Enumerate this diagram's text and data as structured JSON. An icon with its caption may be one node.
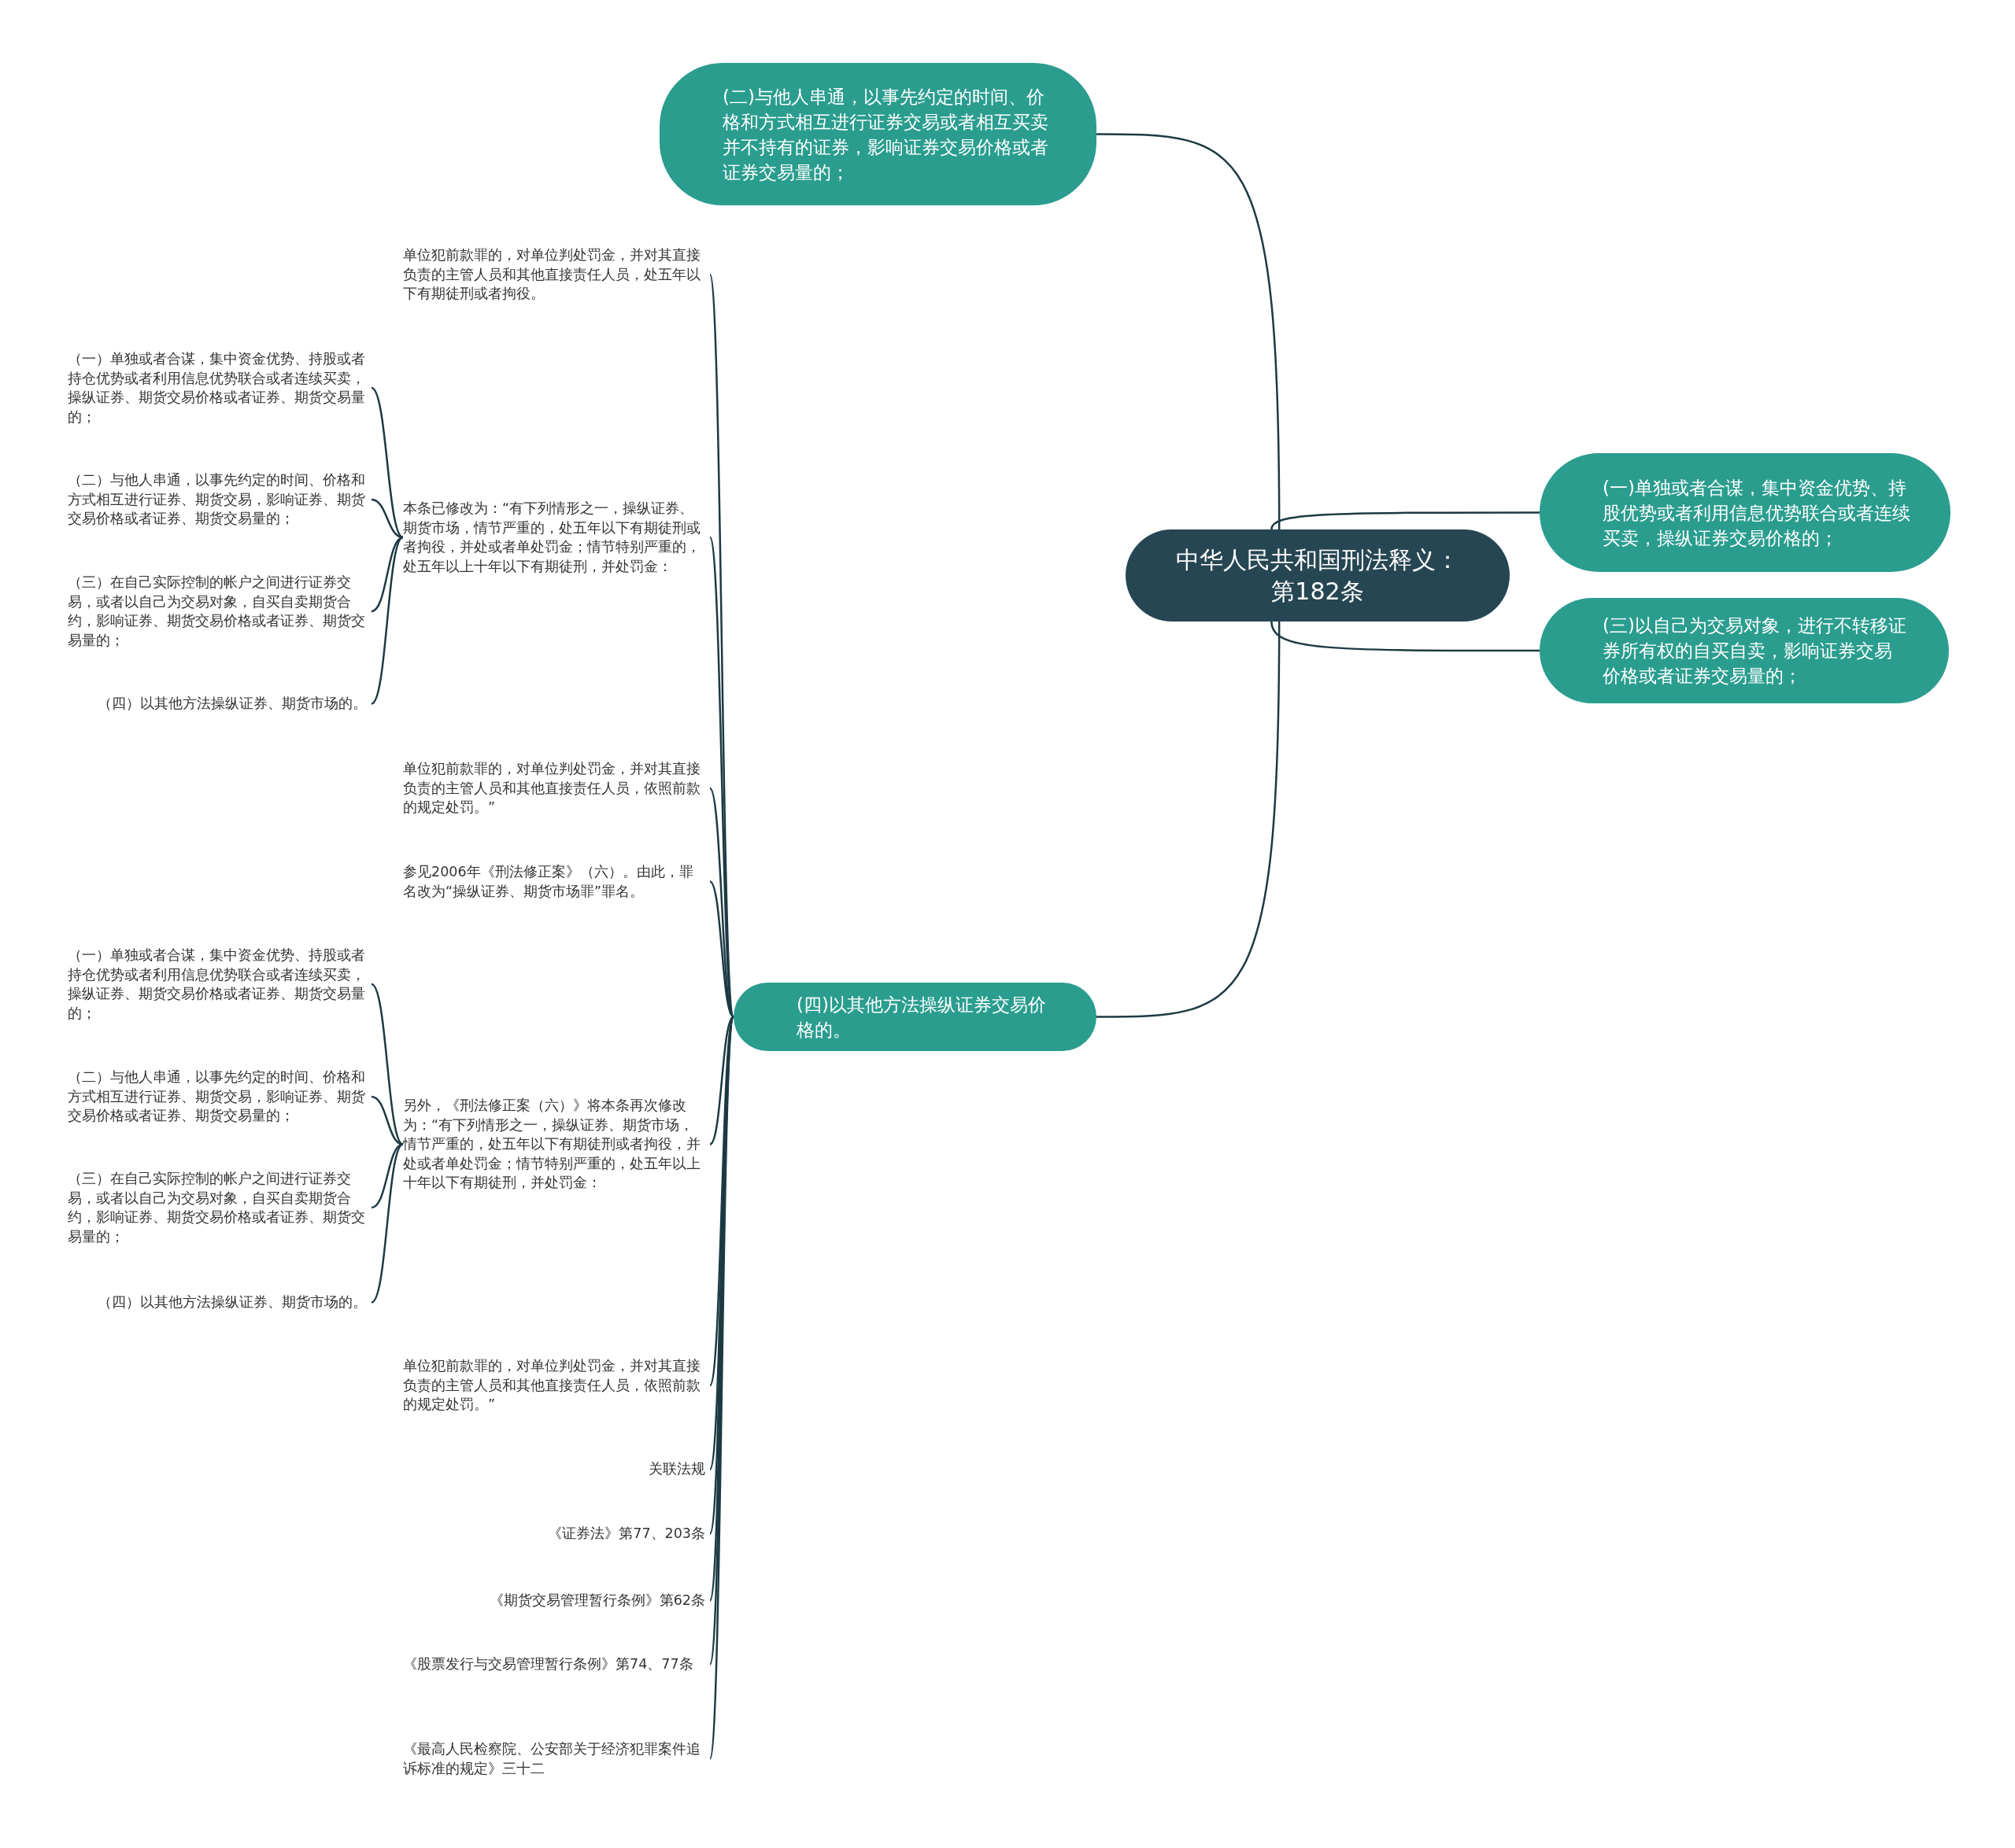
{
  "diagram": {
    "nodes": [
      {
        "text": [
          "中华人民共和国刑法释义：第182条"
        ]
      },
      {
        "text": [
          "(二)与他人串通，以事先约定的时间、价格和方式相互进行证券交易或者相互买卖并不持有的证券，影响证券交易价格或者证券交易量的；"
        ]
      },
      {
        "text": [
          "(一)单独或者合谋，集中资金优势、持股优势或者利用信息优势联合或者连续买卖，操纵证券交易价格的；"
        ]
      },
      {
        "text": [
          "(三)以自己为交易对象，进行不转移证券所有权的自买自卖，影响证券交易价格或者证券交易量的；"
        ]
      },
      {
        "text": [
          "(四)以其他方法操纵证券交易价格的。"
        ]
      },
      {
        "text": [
          "单位犯前款罪的，对单位判处罚金，并对其直接负责的主管人员和其他直接责任人员，处五年以下有期徒刑或者拘役。"
        ]
      },
      {
        "text": [
          "本条已修改为：“有下列情形之一，操纵证券、期货市场，情节严重的，处五年以下有期徒刑或者拘役，并处或者单处罚金；情节特别严重的，处五年以上十年以下有期徒刑，并处罚金："
        ]
      },
      {
        "text": [
          "（一）单独或者合谋，集中资金优势、持股或者持仓优势或者利用信息优势联合或者连续买卖，操纵证券、期货交易价格或者证券、期货交易量的；"
        ]
      },
      {
        "text": [
          "（二）与他人串通，以事先约定的时间、价格和方式相互进行证券、期货交易，影响证券、期货交易价格或者证券、期货交易量的；"
        ]
      },
      {
        "text": [
          "（三）在自己实际控制的帐户之间进行证券交易，或者以自己为交易对象，自买自卖期货合约，影响证券、期货交易价格或者证券、期货交易量的；"
        ]
      },
      {
        "text": [
          "（四）以其他方法操纵证券、期货市场的。"
        ]
      },
      {
        "text": [
          "单位犯前款罪的，对单位判处罚金，并对其直接负责的主管人员和其他直接责任人员，依照前款的规定处罚。”"
        ]
      },
      {
        "text": [
          "参见2006年《刑法修正案》（六）。由此，罪名改为“操纵证券、期货市场罪”罪名。"
        ]
      },
      {
        "text": [
          "另外，《刑法修正案（六）》将本条再次修改为：“有下列情形之一，操纵证券、期货市场，情节严重的，处五年以下有期徒刑或者拘役，并处或者单处罚金；情节特别严重的，处五年以上十年以下有期徒刑，并处罚金："
        ]
      },
      {
        "text": [
          "（一）单独或者合谋，集中资金优势、持股或者持仓优势或者利用信息优势联合或者连续买卖，操纵证券、期货交易价格或者证券、期货交易量的；"
        ]
      },
      {
        "text": [
          "（二）与他人串通，以事先约定的时间、价格和方式相互进行证券、期货交易，影响证券、期货交易价格或者证券、期货交易量的；"
        ]
      },
      {
        "text": [
          "（三）在自己实际控制的帐户之间进行证券交易，或者以自己为交易对象，自买自卖期货合约，影响证券、期货交易价格或者证券、期货交易量的；"
        ]
      },
      {
        "text": [
          "（四）以其他方法操纵证券、期货市场的。"
        ]
      },
      {
        "text": [
          "单位犯前款罪的，对单位判处罚金，并对其直接负责的主管人员和其他直接责任人员，依照前款的规定处罚。”"
        ]
      },
      {
        "text": [
          "关联法规"
        ]
      },
      {
        "text": [
          "《证券法》第77、203条"
        ]
      },
      {
        "text": [
          "《期货交易管理暂行条例》第62条"
        ]
      },
      {
        "text": [
          "《股票发行与交易管理暂行条例》第74、77条"
        ]
      },
      {
        "text": [
          "《最高人民检察院、公安部关于经济犯罪案件追诉标准的规定》三十二"
        ]
      }
    ],
    "edges": [
      {
        "from": 0,
        "to": 1,
        "arrow": "none"
      },
      {
        "from": 0,
        "to": 2,
        "arrow": "none"
      },
      {
        "from": 0,
        "to": 3,
        "arrow": "none"
      },
      {
        "from": 0,
        "to": 4,
        "arrow": "none"
      },
      {
        "from": 4,
        "to": 5,
        "arrow": "none"
      },
      {
        "from": 4,
        "to": 6,
        "arrow": "none"
      },
      {
        "from": 6,
        "to": 7,
        "arrow": "none"
      },
      {
        "from": 6,
        "to": 8,
        "arrow": "none"
      },
      {
        "from": 6,
        "to": 9,
        "arrow": "none"
      },
      {
        "from": 6,
        "to": 10,
        "arrow": "none"
      },
      {
        "from": 4,
        "to": 11,
        "arrow": "none"
      },
      {
        "from": 4,
        "to": 12,
        "arrow": "none"
      },
      {
        "from": 4,
        "to": 13,
        "arrow": "none"
      },
      {
        "from": 13,
        "to": 14,
        "arrow": "none"
      },
      {
        "from": 13,
        "to": 15,
        "arrow": "none"
      },
      {
        "from": 13,
        "to": 16,
        "arrow": "none"
      },
      {
        "from": 13,
        "to": 17,
        "arrow": "none"
      },
      {
        "from": 4,
        "to": 18,
        "arrow": "none"
      },
      {
        "from": 4,
        "to": 19,
        "arrow": "none"
      },
      {
        "from": 4,
        "to": 20,
        "arrow": "none"
      },
      {
        "from": 4,
        "to": 21,
        "arrow": "none"
      },
      {
        "from": 4,
        "to": 22,
        "arrow": "none"
      },
      {
        "from": 4,
        "to": 23,
        "arrow": "none"
      }
    ]
  }
}
